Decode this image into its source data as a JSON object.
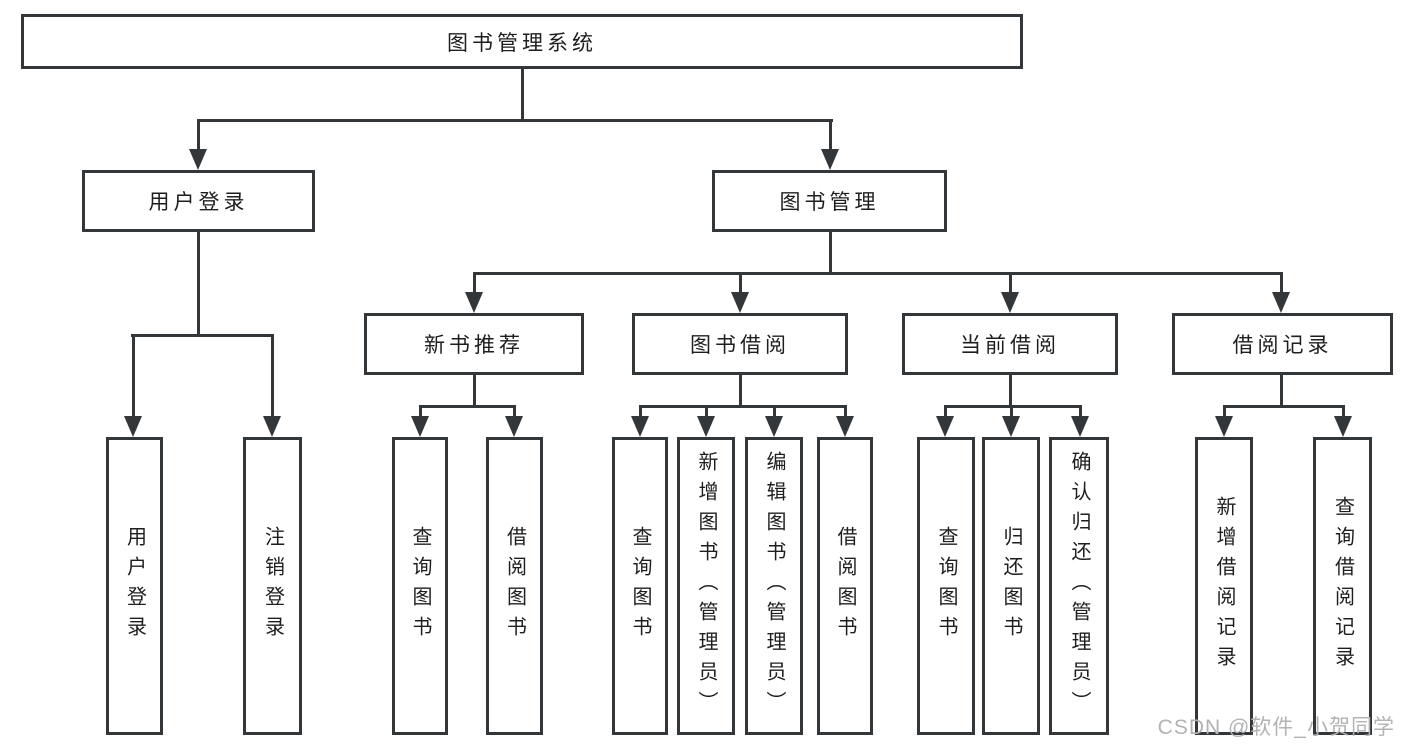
{
  "diagram": {
    "title": "图书管理系统",
    "root": {
      "label": "图书管理系统"
    },
    "login": {
      "label": "用户登录",
      "children": [
        {
          "label": "用户登录"
        },
        {
          "label": "注销登录"
        }
      ]
    },
    "mgmt": {
      "label": "图书管理",
      "groups": [
        {
          "label": "新书推荐",
          "children": [
            {
              "label": "查询图书"
            },
            {
              "label": "借阅图书"
            }
          ]
        },
        {
          "label": "图书借阅",
          "children": [
            {
              "label": "查询图书"
            },
            {
              "label": "新增图书（管理员）"
            },
            {
              "label": "编辑图书（管理员）"
            },
            {
              "label": "借阅图书"
            }
          ]
        },
        {
          "label": "当前借阅",
          "children": [
            {
              "label": "查询图书"
            },
            {
              "label": "归还图书"
            },
            {
              "label": "确认归还（管理员）"
            }
          ]
        },
        {
          "label": "借阅记录",
          "children": [
            {
              "label": "新增借阅记录"
            },
            {
              "label": "查询借阅记录"
            }
          ]
        }
      ]
    }
  },
  "watermark": "CSDN @软件_小贺同学",
  "colors": {
    "line": "#33373a",
    "text": "#1e1e1e",
    "watermark": "#b3b3b3",
    "background": "#ffffff"
  }
}
